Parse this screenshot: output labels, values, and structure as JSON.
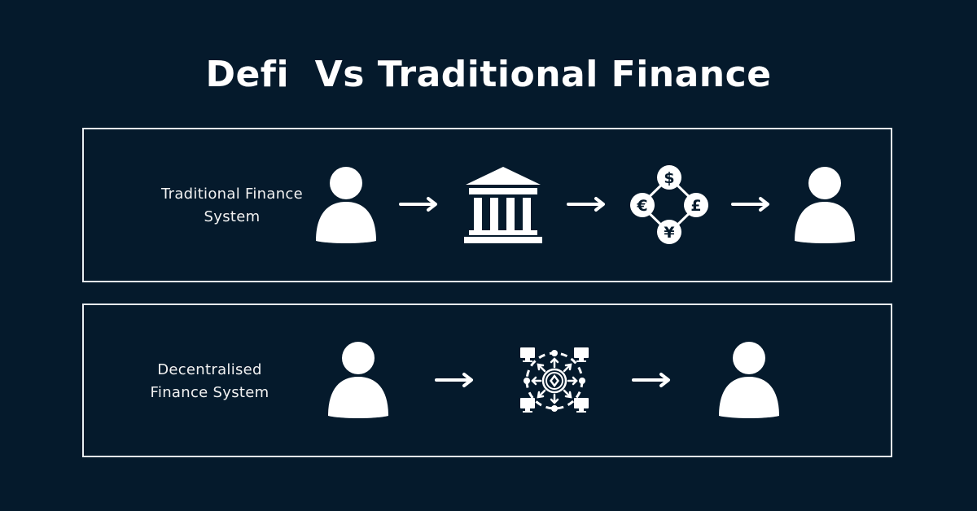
{
  "title": "Defi  Vs Traditional Finance",
  "colors": {
    "background": "#051a2c",
    "foreground": "#ffffff",
    "border": "#e8eef2"
  },
  "panels": [
    {
      "id": "traditional",
      "label_line1": "Traditional Finance",
      "label_line2": "System",
      "flow": [
        "person-icon",
        "arrow-right-icon",
        "bank-icon",
        "arrow-right-icon",
        "currency-exchange-icon",
        "arrow-right-icon",
        "person-icon"
      ],
      "currency_symbols": [
        "$",
        "£",
        "¥",
        "€"
      ]
    },
    {
      "id": "decentralised",
      "label_line1": "Decentralised",
      "label_line2": "Finance System",
      "flow": [
        "person-icon",
        "arrow-right-icon",
        "blockchain-network-icon",
        "arrow-right-icon",
        "person-icon"
      ]
    }
  ]
}
